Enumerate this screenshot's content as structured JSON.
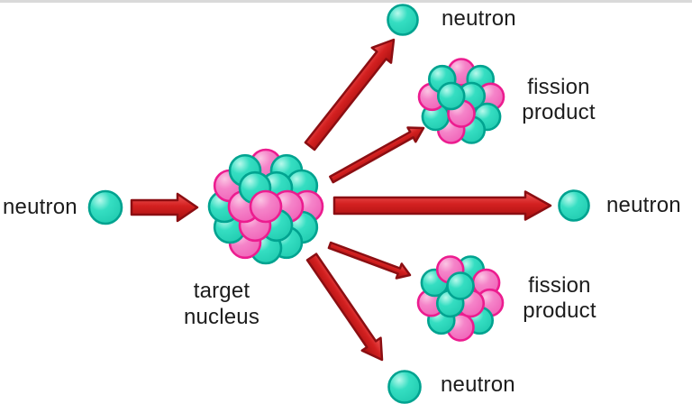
{
  "labels": {
    "incoming_neutron": "neutron",
    "target_nucleus": [
      "target",
      "nucleus"
    ],
    "neutron_top": "neutron",
    "fission_product_top": [
      "fission",
      "product"
    ],
    "neutron_right": "neutron",
    "fission_product_bottom": [
      "fission",
      "product"
    ],
    "neutron_bottom": "neutron"
  },
  "colors": {
    "background": "#ffffff",
    "text": "#1c1c1c",
    "neutron_fill": "#35dec2",
    "neutron_highlight": "#b8f9ec",
    "neutron_shade": "#1fc9ae",
    "neutron_outline": "#00a390",
    "proton_fill": "#f584c9",
    "proton_highlight": "#fbc6e4",
    "proton_shade": "#ef5fb6",
    "proton_outline": "#ec1c8f",
    "arrow_light": "#f15b5b",
    "arrow_mid": "#d32020",
    "arrow_dark": "#a50f0f",
    "arrow_outline": "#8b0e12",
    "bottom_rule": "#d9d9d9"
  },
  "diagram": {
    "type": "nuclear-fission-diagram",
    "arrows": [
      {
        "from": "incoming-neutron",
        "to": "target-nucleus",
        "weight": "thick"
      },
      {
        "from": "target-nucleus",
        "to": "neutron-top",
        "weight": "thick"
      },
      {
        "from": "target-nucleus",
        "to": "fission-product-top",
        "weight": "thin"
      },
      {
        "from": "target-nucleus",
        "to": "neutron-right",
        "weight": "thick"
      },
      {
        "from": "target-nucleus",
        "to": "fission-product-bottom",
        "weight": "thin"
      },
      {
        "from": "target-nucleus",
        "to": "neutron-bottom",
        "weight": "thick"
      }
    ]
  }
}
